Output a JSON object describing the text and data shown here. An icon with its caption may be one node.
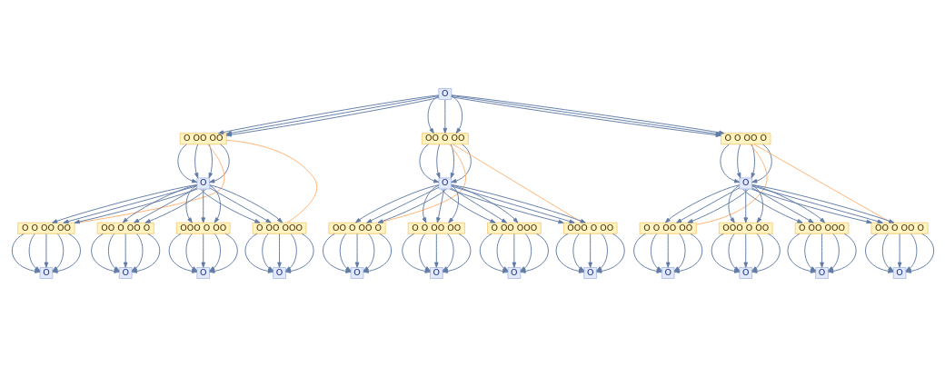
{
  "diagram": {
    "nodes": [
      {
        "text": [
          "O"
        ]
      },
      {
        "text": [
          "O OO OO"
        ]
      },
      {
        "text": [
          "OO O OO"
        ]
      },
      {
        "text": [
          "O O OO O"
        ]
      },
      {
        "text": [
          "O"
        ]
      },
      {
        "text": [
          "O"
        ]
      },
      {
        "text": [
          "O"
        ]
      },
      {
        "text": [
          "O O OO OO"
        ]
      },
      {
        "text": [
          "OO O OO O"
        ]
      },
      {
        "text": [
          "OOO O OO"
        ]
      },
      {
        "text": [
          "O OO OOO"
        ]
      },
      {
        "text": [
          "OO O OO O"
        ]
      },
      {
        "text": [
          "O O OO OO"
        ]
      },
      {
        "text": [
          "O OO OOO"
        ]
      },
      {
        "text": [
          "OOO O OO"
        ]
      },
      {
        "text": [
          "O O OO OO"
        ]
      },
      {
        "text": [
          "OOO O OO"
        ]
      },
      {
        "text": [
          "O OO OOO"
        ]
      },
      {
        "text": [
          "OO O OO O"
        ]
      },
      {
        "text": [
          "O"
        ]
      },
      {
        "text": [
          "O"
        ]
      },
      {
        "text": [
          "O"
        ]
      },
      {
        "text": [
          "O"
        ]
      },
      {
        "text": [
          "O"
        ]
      },
      {
        "text": [
          "O"
        ]
      },
      {
        "text": [
          "O"
        ]
      },
      {
        "text": [
          "O"
        ]
      },
      {
        "text": [
          "O"
        ]
      },
      {
        "text": [
          "O"
        ]
      },
      {
        "text": [
          "O"
        ]
      },
      {
        "text": [
          "O"
        ]
      }
    ],
    "edges": [
      {
        "from": 0,
        "to": 1,
        "arrow": "to"
      },
      {
        "from": 0,
        "to": 1,
        "arrow": "to"
      },
      {
        "from": 0,
        "to": 1,
        "arrow": "to"
      },
      {
        "from": 0,
        "to": 2,
        "arrow": "to"
      },
      {
        "from": 0,
        "to": 2,
        "arrow": "to"
      },
      {
        "from": 0,
        "to": 2,
        "arrow": "to"
      },
      {
        "from": 0,
        "to": 3,
        "arrow": "to"
      },
      {
        "from": 0,
        "to": 3,
        "arrow": "to"
      },
      {
        "from": 0,
        "to": 3,
        "arrow": "to"
      },
      {
        "from": 1,
        "to": 4,
        "arrow": "to"
      },
      {
        "from": 1,
        "to": 4,
        "arrow": "to"
      },
      {
        "from": 1,
        "to": 4,
        "arrow": "to"
      },
      {
        "from": 1,
        "to": 4,
        "arrow": "to"
      },
      {
        "from": 2,
        "to": 5,
        "arrow": "to"
      },
      {
        "from": 2,
        "to": 5,
        "arrow": "to"
      },
      {
        "from": 2,
        "to": 5,
        "arrow": "to"
      },
      {
        "from": 2,
        "to": 5,
        "arrow": "to"
      },
      {
        "from": 3,
        "to": 6,
        "arrow": "to"
      },
      {
        "from": 3,
        "to": 6,
        "arrow": "to"
      },
      {
        "from": 3,
        "to": 6,
        "arrow": "to"
      },
      {
        "from": 3,
        "to": 6,
        "arrow": "to"
      },
      {
        "from": 1,
        "to": 7,
        "arrow": "none",
        "color": "#ffb070"
      },
      {
        "from": 1,
        "to": 10,
        "arrow": "none",
        "color": "#ffb070"
      },
      {
        "from": 2,
        "to": 11,
        "arrow": "none",
        "color": "#ffb070"
      },
      {
        "from": 2,
        "to": 14,
        "arrow": "none",
        "color": "#ffb070"
      },
      {
        "from": 3,
        "to": 15,
        "arrow": "none",
        "color": "#ffb070"
      },
      {
        "from": 3,
        "to": 18,
        "arrow": "none",
        "color": "#ffb070"
      },
      {
        "from": 4,
        "to": 7,
        "arrow": "to"
      },
      {
        "from": 4,
        "to": 7,
        "arrow": "to"
      },
      {
        "from": 4,
        "to": 7,
        "arrow": "to"
      },
      {
        "from": 4,
        "to": 8,
        "arrow": "to"
      },
      {
        "from": 4,
        "to": 8,
        "arrow": "to"
      },
      {
        "from": 4,
        "to": 8,
        "arrow": "to"
      },
      {
        "from": 4,
        "to": 9,
        "arrow": "to"
      },
      {
        "from": 4,
        "to": 9,
        "arrow": "to"
      },
      {
        "from": 4,
        "to": 9,
        "arrow": "to"
      },
      {
        "from": 4,
        "to": 10,
        "arrow": "to"
      },
      {
        "from": 4,
        "to": 10,
        "arrow": "to"
      },
      {
        "from": 4,
        "to": 10,
        "arrow": "to"
      },
      {
        "from": 5,
        "to": 11,
        "arrow": "to"
      },
      {
        "from": 5,
        "to": 11,
        "arrow": "to"
      },
      {
        "from": 5,
        "to": 11,
        "arrow": "to"
      },
      {
        "from": 5,
        "to": 12,
        "arrow": "to"
      },
      {
        "from": 5,
        "to": 12,
        "arrow": "to"
      },
      {
        "from": 5,
        "to": 12,
        "arrow": "to"
      },
      {
        "from": 5,
        "to": 13,
        "arrow": "to"
      },
      {
        "from": 5,
        "to": 13,
        "arrow": "to"
      },
      {
        "from": 5,
        "to": 13,
        "arrow": "to"
      },
      {
        "from": 5,
        "to": 14,
        "arrow": "to"
      },
      {
        "from": 5,
        "to": 14,
        "arrow": "to"
      },
      {
        "from": 5,
        "to": 14,
        "arrow": "to"
      },
      {
        "from": 6,
        "to": 15,
        "arrow": "to"
      },
      {
        "from": 6,
        "to": 15,
        "arrow": "to"
      },
      {
        "from": 6,
        "to": 15,
        "arrow": "to"
      },
      {
        "from": 6,
        "to": 16,
        "arrow": "to"
      },
      {
        "from": 6,
        "to": 16,
        "arrow": "to"
      },
      {
        "from": 6,
        "to": 16,
        "arrow": "to"
      },
      {
        "from": 6,
        "to": 17,
        "arrow": "to"
      },
      {
        "from": 6,
        "to": 17,
        "arrow": "to"
      },
      {
        "from": 6,
        "to": 17,
        "arrow": "to"
      },
      {
        "from": 6,
        "to": 18,
        "arrow": "to"
      },
      {
        "from": 6,
        "to": 18,
        "arrow": "to"
      },
      {
        "from": 6,
        "to": 18,
        "arrow": "to"
      },
      {
        "from": 7,
        "to": 19,
        "arrow": "to"
      },
      {
        "from": 7,
        "to": 19,
        "arrow": "to"
      },
      {
        "from": 7,
        "to": 19,
        "arrow": "to"
      },
      {
        "from": 7,
        "to": 19,
        "arrow": "to"
      },
      {
        "from": 7,
        "to": 19,
        "arrow": "to"
      },
      {
        "from": 8,
        "to": 20,
        "arrow": "to"
      },
      {
        "from": 8,
        "to": 20,
        "arrow": "to"
      },
      {
        "from": 8,
        "to": 20,
        "arrow": "to"
      },
      {
        "from": 8,
        "to": 20,
        "arrow": "to"
      },
      {
        "from": 8,
        "to": 20,
        "arrow": "to"
      },
      {
        "from": 9,
        "to": 21,
        "arrow": "to"
      },
      {
        "from": 9,
        "to": 21,
        "arrow": "to"
      },
      {
        "from": 9,
        "to": 21,
        "arrow": "to"
      },
      {
        "from": 9,
        "to": 21,
        "arrow": "to"
      },
      {
        "from": 9,
        "to": 21,
        "arrow": "to"
      },
      {
        "from": 10,
        "to": 22,
        "arrow": "to"
      },
      {
        "from": 10,
        "to": 22,
        "arrow": "to"
      },
      {
        "from": 10,
        "to": 22,
        "arrow": "to"
      },
      {
        "from": 10,
        "to": 22,
        "arrow": "to"
      },
      {
        "from": 10,
        "to": 22,
        "arrow": "to"
      },
      {
        "from": 11,
        "to": 23,
        "arrow": "to"
      },
      {
        "from": 11,
        "to": 23,
        "arrow": "to"
      },
      {
        "from": 11,
        "to": 23,
        "arrow": "to"
      },
      {
        "from": 11,
        "to": 23,
        "arrow": "to"
      },
      {
        "from": 11,
        "to": 23,
        "arrow": "to"
      },
      {
        "from": 12,
        "to": 24,
        "arrow": "to"
      },
      {
        "from": 12,
        "to": 24,
        "arrow": "to"
      },
      {
        "from": 12,
        "to": 24,
        "arrow": "to"
      },
      {
        "from": 12,
        "to": 24,
        "arrow": "to"
      },
      {
        "from": 12,
        "to": 24,
        "arrow": "to"
      },
      {
        "from": 13,
        "to": 25,
        "arrow": "to"
      },
      {
        "from": 13,
        "to": 25,
        "arrow": "to"
      },
      {
        "from": 13,
        "to": 25,
        "arrow": "to"
      },
      {
        "from": 13,
        "to": 25,
        "arrow": "to"
      },
      {
        "from": 13,
        "to": 25,
        "arrow": "to"
      },
      {
        "from": 14,
        "to": 26,
        "arrow": "to"
      },
      {
        "from": 14,
        "to": 26,
        "arrow": "to"
      },
      {
        "from": 14,
        "to": 26,
        "arrow": "to"
      },
      {
        "from": 14,
        "to": 26,
        "arrow": "to"
      },
      {
        "from": 14,
        "to": 26,
        "arrow": "to"
      },
      {
        "from": 15,
        "to": 27,
        "arrow": "to"
      },
      {
        "from": 15,
        "to": 27,
        "arrow": "to"
      },
      {
        "from": 15,
        "to": 27,
        "arrow": "to"
      },
      {
        "from": 15,
        "to": 27,
        "arrow": "to"
      },
      {
        "from": 15,
        "to": 27,
        "arrow": "to"
      },
      {
        "from": 16,
        "to": 28,
        "arrow": "to"
      },
      {
        "from": 16,
        "to": 28,
        "arrow": "to"
      },
      {
        "from": 16,
        "to": 28,
        "arrow": "to"
      },
      {
        "from": 16,
        "to": 28,
        "arrow": "to"
      },
      {
        "from": 16,
        "to": 28,
        "arrow": "to"
      },
      {
        "from": 17,
        "to": 29,
        "arrow": "to"
      },
      {
        "from": 17,
        "to": 29,
        "arrow": "to"
      },
      {
        "from": 17,
        "to": 29,
        "arrow": "to"
      },
      {
        "from": 17,
        "to": 29,
        "arrow": "to"
      },
      {
        "from": 17,
        "to": 29,
        "arrow": "to"
      },
      {
        "from": 18,
        "to": 30,
        "arrow": "to"
      },
      {
        "from": 18,
        "to": 30,
        "arrow": "to"
      },
      {
        "from": 18,
        "to": 30,
        "arrow": "to"
      },
      {
        "from": 18,
        "to": 30,
        "arrow": "to"
      },
      {
        "from": 18,
        "to": 30,
        "arrow": "to"
      }
    ]
  }
}
